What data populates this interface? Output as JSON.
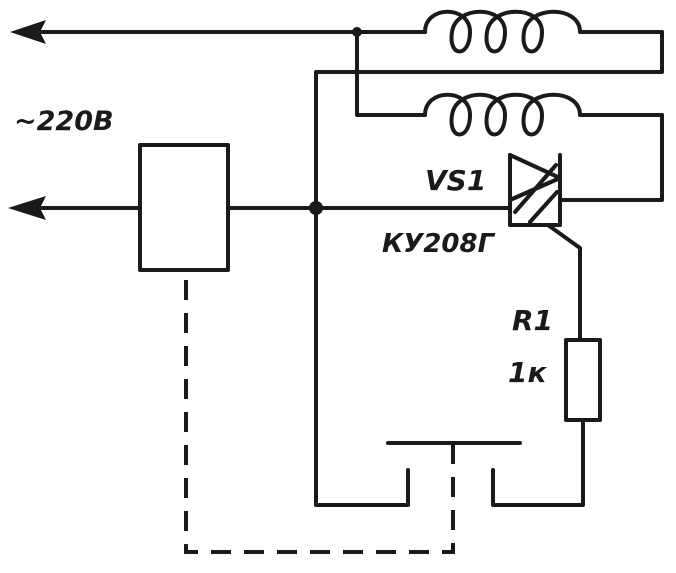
{
  "diagram": {
    "supply_label": "~220В",
    "thyristor": {
      "ref": "VS1",
      "part": "КУ208Г"
    },
    "resistor": {
      "ref": "R1",
      "value": "1к"
    }
  }
}
